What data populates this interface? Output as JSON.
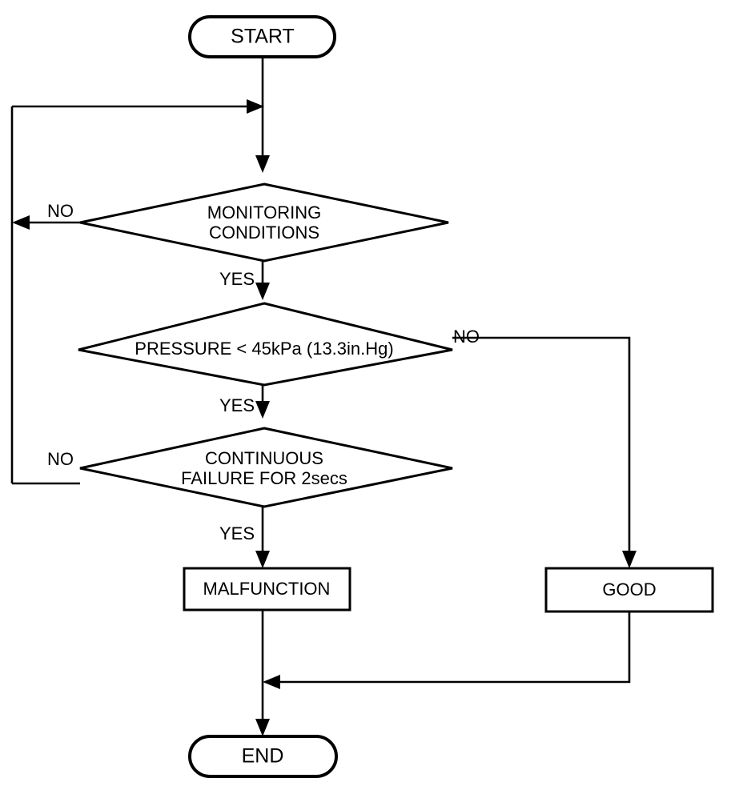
{
  "diagram": {
    "title": "Pressure Monitoring Diagnostic Flowchart",
    "type": "flowchart",
    "background_color": "#ffffff",
    "line_color": "#000000",
    "nodes": {
      "start": {
        "label": "START",
        "shape": "terminator"
      },
      "monitoring": {
        "label_line1": "MONITORING",
        "label_line2": "CONDITIONS",
        "shape": "decision"
      },
      "pressure": {
        "label": "PRESSURE < 45kPa (13.3in.Hg)",
        "shape": "decision"
      },
      "continuous": {
        "label_line1": "CONTINUOUS",
        "label_line2": "FAILURE FOR 2secs",
        "shape": "decision"
      },
      "malfunction": {
        "label": "MALFUNCTION",
        "shape": "process"
      },
      "good": {
        "label": "GOOD",
        "shape": "process"
      },
      "end": {
        "label": "END",
        "shape": "terminator"
      }
    },
    "edge_labels": {
      "monitoring_no": "NO",
      "monitoring_yes": "YES",
      "pressure_no": "NO",
      "pressure_yes": "YES",
      "continuous_no": "NO",
      "continuous_yes": "YES"
    }
  }
}
